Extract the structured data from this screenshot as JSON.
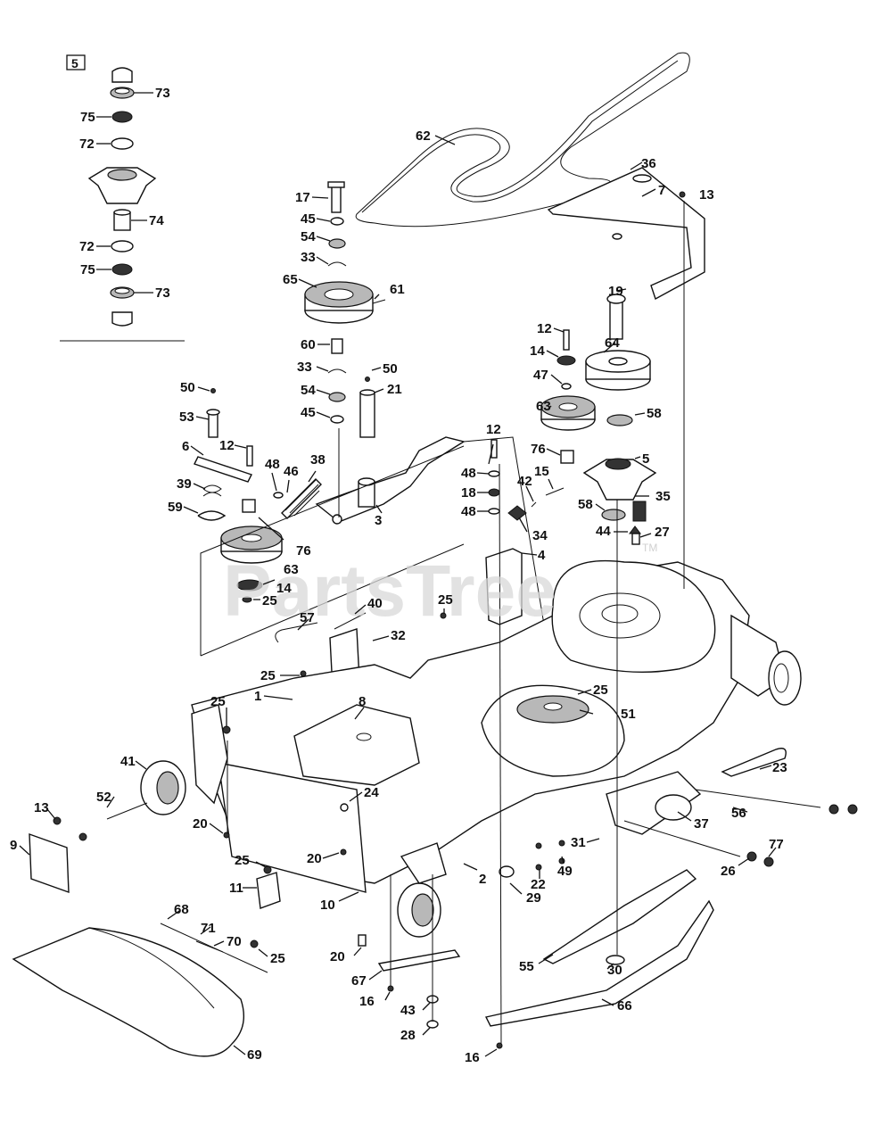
{
  "watermark": {
    "text": "PartsTree",
    "tm": "TM"
  },
  "inset": {
    "label": "5"
  },
  "callouts": [
    {
      "id": "c73a",
      "text": "73"
    },
    {
      "id": "c75a",
      "text": "75"
    },
    {
      "id": "c72a",
      "text": "72"
    },
    {
      "id": "c74",
      "text": "74"
    },
    {
      "id": "c72b",
      "text": "72"
    },
    {
      "id": "c75b",
      "text": "75"
    },
    {
      "id": "c73b",
      "text": "73"
    },
    {
      "id": "c62",
      "text": "62"
    },
    {
      "id": "c36",
      "text": "36"
    },
    {
      "id": "c7",
      "text": "7"
    },
    {
      "id": "c13a",
      "text": "13"
    },
    {
      "id": "c17",
      "text": "17"
    },
    {
      "id": "c45a",
      "text": "45"
    },
    {
      "id": "c54a",
      "text": "54"
    },
    {
      "id": "c33a",
      "text": "33"
    },
    {
      "id": "c65",
      "text": "65"
    },
    {
      "id": "c61",
      "text": "61"
    },
    {
      "id": "c60",
      "text": "60"
    },
    {
      "id": "c33b",
      "text": "33"
    },
    {
      "id": "c50a",
      "text": "50"
    },
    {
      "id": "c54b",
      "text": "54"
    },
    {
      "id": "c21",
      "text": "21"
    },
    {
      "id": "c45b",
      "text": "45"
    },
    {
      "id": "c19",
      "text": "19"
    },
    {
      "id": "c12a",
      "text": "12"
    },
    {
      "id": "c64",
      "text": "64"
    },
    {
      "id": "c14a",
      "text": "14"
    },
    {
      "id": "c47",
      "text": "47"
    },
    {
      "id": "c63a",
      "text": "63"
    },
    {
      "id": "c58a",
      "text": "58"
    },
    {
      "id": "c50b",
      "text": "50"
    },
    {
      "id": "c53",
      "text": "53"
    },
    {
      "id": "c6",
      "text": "6"
    },
    {
      "id": "c12b",
      "text": "12"
    },
    {
      "id": "c48a",
      "text": "48"
    },
    {
      "id": "c46",
      "text": "46"
    },
    {
      "id": "c38",
      "text": "38"
    },
    {
      "id": "c39",
      "text": "39"
    },
    {
      "id": "c59",
      "text": "59"
    },
    {
      "id": "c76a",
      "text": "76"
    },
    {
      "id": "c63b",
      "text": "63"
    },
    {
      "id": "c14b",
      "text": "14"
    },
    {
      "id": "c25a",
      "text": "25"
    },
    {
      "id": "c3",
      "text": "3"
    },
    {
      "id": "c12c",
      "text": "12"
    },
    {
      "id": "c48b",
      "text": "48"
    },
    {
      "id": "c18",
      "text": "18"
    },
    {
      "id": "c48c",
      "text": "48"
    },
    {
      "id": "c42",
      "text": "42"
    },
    {
      "id": "c15",
      "text": "15"
    },
    {
      "id": "c76b",
      "text": "76"
    },
    {
      "id": "c5",
      "text": "5"
    },
    {
      "id": "c35",
      "text": "35"
    },
    {
      "id": "c58b",
      "text": "58"
    },
    {
      "id": "c44",
      "text": "44"
    },
    {
      "id": "c27",
      "text": "27"
    },
    {
      "id": "c34",
      "text": "34"
    },
    {
      "id": "c4",
      "text": "4"
    },
    {
      "id": "c25b",
      "text": "25"
    },
    {
      "id": "c57",
      "text": "57"
    },
    {
      "id": "c40",
      "text": "40"
    },
    {
      "id": "c32",
      "text": "32"
    },
    {
      "id": "c25c",
      "text": "25"
    },
    {
      "id": "c1",
      "text": "1"
    },
    {
      "id": "c25d",
      "text": "25"
    },
    {
      "id": "c8",
      "text": "8"
    },
    {
      "id": "c25e",
      "text": "25"
    },
    {
      "id": "c51",
      "text": "51"
    },
    {
      "id": "c41",
      "text": "41"
    },
    {
      "id": "c23",
      "text": "23"
    },
    {
      "id": "c24",
      "text": "24"
    },
    {
      "id": "c52",
      "text": "52"
    },
    {
      "id": "c13b",
      "text": "13"
    },
    {
      "id": "c37",
      "text": "37"
    },
    {
      "id": "c56",
      "text": "56"
    },
    {
      "id": "c20a",
      "text": "20"
    },
    {
      "id": "c9",
      "text": "9"
    },
    {
      "id": "c31",
      "text": "31"
    },
    {
      "id": "c77",
      "text": "77"
    },
    {
      "id": "c20b",
      "text": "20"
    },
    {
      "id": "c49",
      "text": "49"
    },
    {
      "id": "c25f",
      "text": "25"
    },
    {
      "id": "c2",
      "text": "2"
    },
    {
      "id": "c22",
      "text": "22"
    },
    {
      "id": "c26",
      "text": "26"
    },
    {
      "id": "c11",
      "text": "11"
    },
    {
      "id": "c29",
      "text": "29"
    },
    {
      "id": "c10",
      "text": "10"
    },
    {
      "id": "c68",
      "text": "68"
    },
    {
      "id": "c71",
      "text": "71"
    },
    {
      "id": "c70",
      "text": "70"
    },
    {
      "id": "c25g",
      "text": "25"
    },
    {
      "id": "c20c",
      "text": "20"
    },
    {
      "id": "c55",
      "text": "55"
    },
    {
      "id": "c30",
      "text": "30"
    },
    {
      "id": "c67",
      "text": "67"
    },
    {
      "id": "c16a",
      "text": "16"
    },
    {
      "id": "c66",
      "text": "66"
    },
    {
      "id": "c43",
      "text": "43"
    },
    {
      "id": "c28",
      "text": "28"
    },
    {
      "id": "c69",
      "text": "69"
    },
    {
      "id": "c16b",
      "text": "16"
    }
  ]
}
